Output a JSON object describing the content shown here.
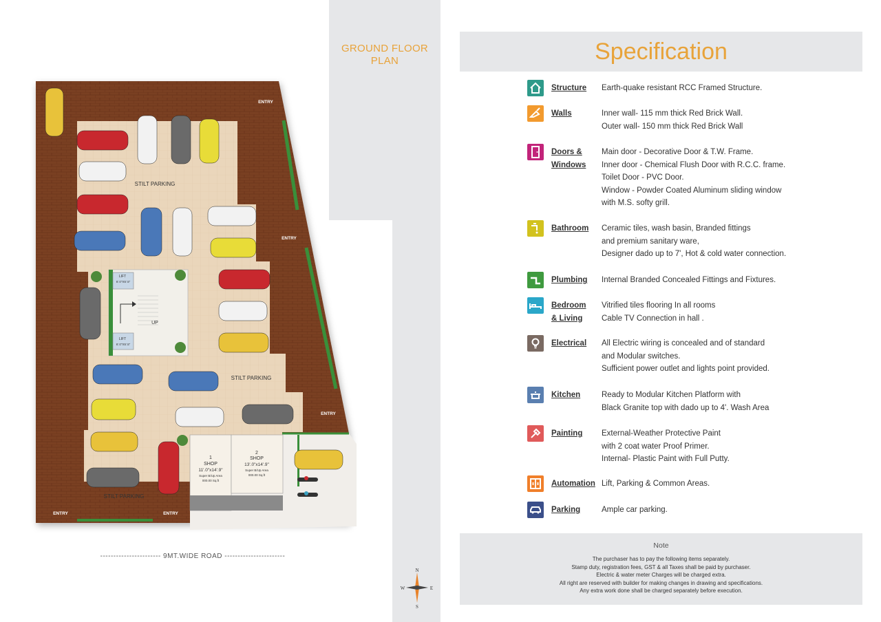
{
  "plan": {
    "title_line1": "GROUND FLOOR",
    "title_line2": "PLAN",
    "road_label": "----------------------- 9MT.WIDE ROAD -----------------------",
    "labels": {
      "stilt_1": "STILT PARKING",
      "stilt_2": "STILT PARKING",
      "stilt_3": "STILT PARKING",
      "entry_1": "ENTRY",
      "entry_2": "ENTRY",
      "entry_3": "ENTRY",
      "entry_4": "ENTRY",
      "entry_5": "ENTRY",
      "lift_1": "LIFT",
      "lift_1_size": "6'.0\"X5'.5\"",
      "lift_2": "LIFT",
      "lift_2_size": "6'.0\"X5'.5\"",
      "up": "UP",
      "shop1_num": "1",
      "shop1_name": "SHOP",
      "shop1_size": "11'.0\"x14'.9\"",
      "shop1_area": "Super B/Up Area",
      "shop1_sqft": "000.00 Sq.ft",
      "shop2_num": "2",
      "shop2_name": "SHOP",
      "shop2_size": "13'.0\"x14'.9\"",
      "shop2_area": "Super B/Up Area",
      "shop2_sqft": "000.00 Sq.ft"
    },
    "compass": {
      "n": "N",
      "s": "S",
      "e": "E",
      "w": "W"
    }
  },
  "spec": {
    "title": "Specification",
    "items": [
      {
        "label1": "Structure",
        "label2": "",
        "lines": [
          "Earth-quake resistant RCC Framed Structure."
        ],
        "color": "#2e9a8a",
        "icon": "house-icon"
      },
      {
        "label1": "Walls",
        "label2": "",
        "lines": [
          "Inner wall- 115 mm thick Red Brick Wall.",
          "Outer wall- 150 mm thick Red Brick Wall"
        ],
        "color": "#f29a2e",
        "icon": "trowel-icon"
      },
      {
        "label1": "Doors &",
        "label2": "Windows",
        "lines": [
          "Main door - Decorative Door & T.W. Frame.",
          "Inner door - Chemical Flush Door with R.C.C. frame.",
          "Toilet Door - PVC Door.",
          "Window - Powder Coated Aluminum sliding window",
          "with M.S. softy grill."
        ],
        "color": "#c2247a",
        "icon": "door-icon"
      },
      {
        "label1": "Bathroom",
        "label2": "",
        "lines": [
          "Ceramic tiles, wash basin, Branded fittings",
          "and premium sanitary ware,",
          "Designer dado up to 7', Hot & cold water connection."
        ],
        "color": "#d2c21e",
        "icon": "tap-icon"
      },
      {
        "label1": "Plumbing",
        "label2": "",
        "lines": [
          "Internal Branded Concealed Fittings and Fixtures."
        ],
        "color": "#3f9a3f",
        "icon": "pipe-icon"
      },
      {
        "label1": "Bedroom",
        "label2": "& Living",
        "lines": [
          "Vitrified tiles flooring In all rooms",
          "Cable TV Connection in hall ."
        ],
        "color": "#2aa7c9",
        "icon": "bed-icon"
      },
      {
        "label1": "Electrical",
        "label2": "",
        "lines": [
          "All Electric wiring is concealed and of standard",
          "and Modular switches.",
          "Sufficient power outlet and lights point provided."
        ],
        "color": "#7a6a62",
        "icon": "bulb-icon"
      },
      {
        "label1": "Kitchen",
        "label2": "",
        "lines": [
          "Ready to Modular Kitchen Platform with",
          "Black Granite top with dado up to 4'. Wash Area"
        ],
        "color": "#5a7fb0",
        "icon": "pot-icon"
      },
      {
        "label1": "Painting",
        "label2": "",
        "lines": [
          "External-Weather Protective Paint",
          "with 2 coat water Proof Primer.",
          "Internal- Plastic Paint with Full Putty."
        ],
        "color": "#e05a5a",
        "icon": "brush-icon"
      },
      {
        "label1": "Automation",
        "label2": "",
        "lines": [
          "Lift, Parking & Common Areas."
        ],
        "color": "#f07f2a",
        "icon": "lift-icon"
      },
      {
        "label1": "Parking",
        "label2": "",
        "lines": [
          "Ample car parking."
        ],
        "color": "#3b4f8a",
        "icon": "car-icon"
      }
    ]
  },
  "note": {
    "title": "Note",
    "lines": [
      "The purchaser has to pay the following items separately.",
      "Stamp duty, registration fees, GST & all Taxes shall be paid by purchaser.",
      "Electric & water meter Charges will be charged extra.",
      "All right are reserved with builder for making changes in drawing and specifications.",
      "Any extra work done shall be charged separately before execution."
    ]
  }
}
